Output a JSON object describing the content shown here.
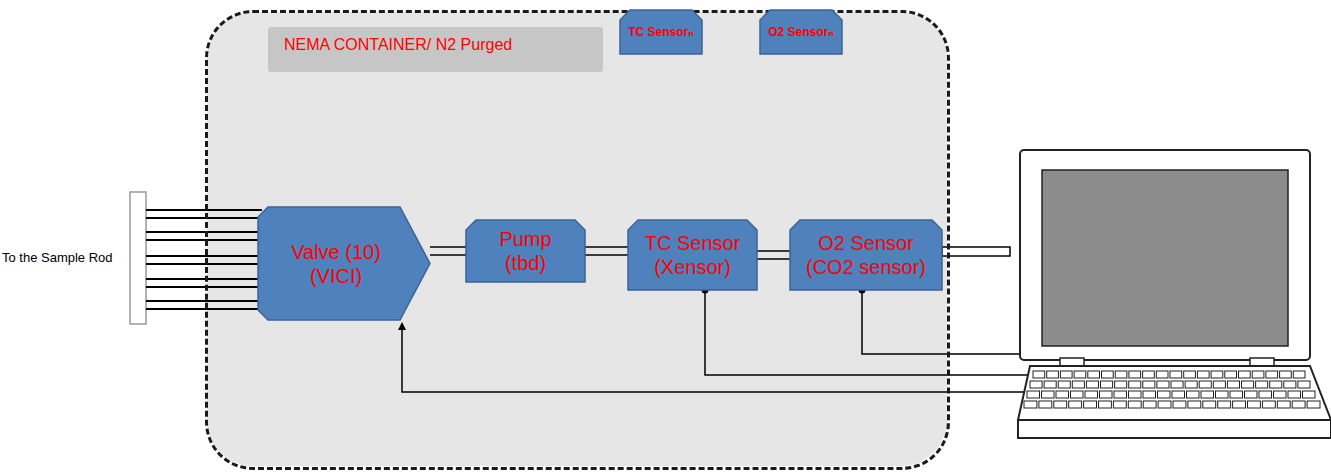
{
  "diagram": {
    "nodes": [
      {
        "text": [
          "NEMA CONTAINER/ N2 Purged"
        ]
      },
      {
        "text": [
          "TC Sensorₙ"
        ],
        "in": 0
      },
      {
        "text": [
          "O2 Sensorₙ"
        ],
        "in": 0
      },
      {
        "text": [
          "Valve (10) (VICI)"
        ],
        "in": 0
      },
      {
        "text": [
          "Pump (tbd)"
        ],
        "in": 0
      },
      {
        "text": [
          "TC Sensor (Xensor)"
        ],
        "in": 0
      },
      {
        "text": [
          "O2 Sensor (CO2 sensor)"
        ],
        "in": 0
      }
    ],
    "edges": [
      {
        "from": 3,
        "to": 4,
        "arrow": "none"
      },
      {
        "from": 4,
        "to": 5,
        "arrow": "none"
      },
      {
        "from": 5,
        "to": 6,
        "arrow": "none"
      }
    ],
    "labels": [
      "To the Sample Rod"
    ]
  }
}
